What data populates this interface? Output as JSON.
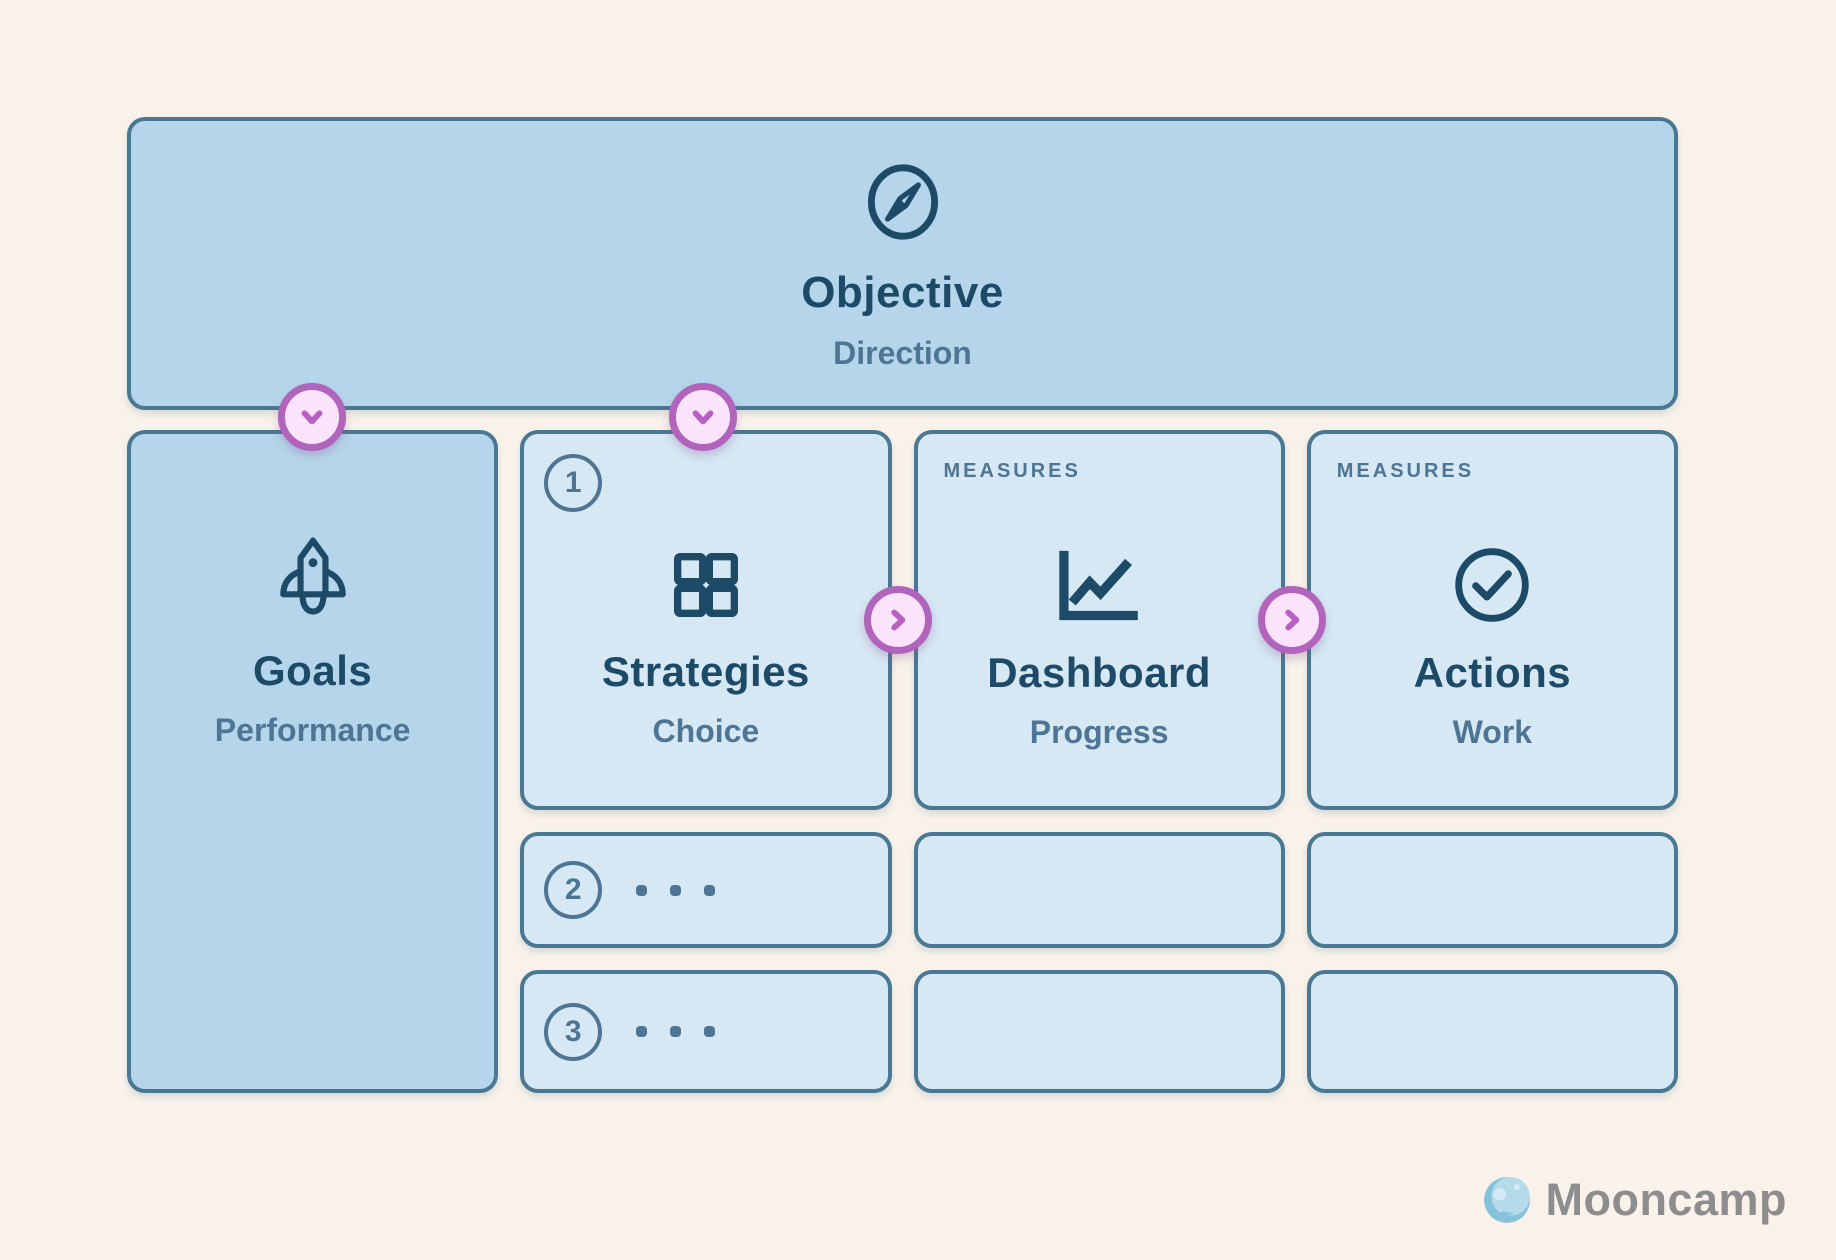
{
  "colors": {
    "bg": "#f8f2ea",
    "box-dark": "#b5d6ea",
    "box-light": "#d6e8f4",
    "border": "#4a7893",
    "navy": "#1d4a67",
    "slate": "#4e7593",
    "pink-fill": "#fbe4fb",
    "pink-border": "#b164bb",
    "pink-glyph": "#b85fc5",
    "logo-gray": "#8d8d8d",
    "moon-light": "#b5dbeb",
    "moon-dark": "#86c3db",
    "moon-crater": "#d3ebf5"
  },
  "objective": {
    "title": "Objective",
    "subtitle": "Direction",
    "icon": "compass-icon"
  },
  "columns": [
    {
      "title": "Goals",
      "subtitle": "Performance",
      "icon": "rocket-icon"
    },
    {
      "title": "Strategies",
      "subtitle": "Choice",
      "icon": "grid-icon",
      "badge": "1"
    },
    {
      "title": "Dashboard",
      "subtitle": "Progress",
      "icon": "line-chart-icon",
      "label": "MEASURES"
    },
    {
      "title": "Actions",
      "subtitle": "Work",
      "icon": "check-circle-icon",
      "label": "MEASURES"
    }
  ],
  "extra_rows": [
    {
      "badge": "2",
      "ellipsis": "..."
    },
    {
      "badge": "3",
      "ellipsis": "..."
    }
  ],
  "connectors": [
    {
      "icon": "chevron-down-icon"
    },
    {
      "icon": "chevron-down-icon"
    },
    {
      "icon": "chevron-right-icon"
    },
    {
      "icon": "chevron-right-icon"
    }
  ],
  "logo": {
    "text": "Mooncamp",
    "icon": "moon-icon"
  }
}
